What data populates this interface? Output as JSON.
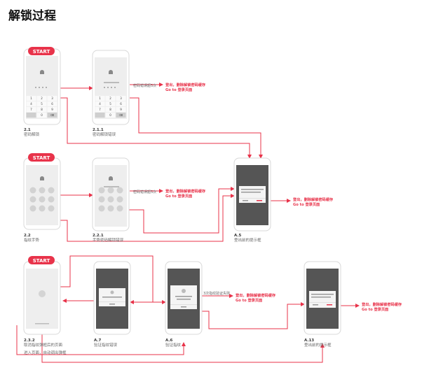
{
  "title": "解锁过程",
  "colors": {
    "accent": "#e8334a",
    "phone_border": "#d8d8d8",
    "screen_light": "#eeeeee",
    "screen_dark": "#555555",
    "key": "#f3f3f3"
  },
  "start_label": "START",
  "keypad": [
    "1",
    "2",
    "3",
    "4",
    "5",
    "6",
    "7",
    "8",
    "9",
    "",
    "0",
    "⌫"
  ],
  "screens": {
    "s21": {
      "code": "2.1",
      "caption": "密码解锁"
    },
    "s211": {
      "code": "2.1.1",
      "caption": "密码解锁错误"
    },
    "s22": {
      "code": "2.2",
      "caption": "指纹手势"
    },
    "s221": {
      "code": "2.2.1",
      "caption": "手势密码解锁错误"
    },
    "s232": {
      "code": "2.3.2",
      "caption": "取消指纹弹框后的页面"
    },
    "a5": {
      "code": "A.5",
      "caption": "登出前的提示框"
    },
    "a6": {
      "code": "A.6",
      "caption": "验证指纹"
    },
    "a7": {
      "code": "A.7",
      "caption": "验证指纹错误"
    },
    "a13": {
      "code": "A.13",
      "caption": "登出前的提示框"
    }
  },
  "annotations": {
    "wrong_code_1": "密码错误超5次",
    "wrong_code_2": "密码错误超5次",
    "fingerprint_fail": "3次指纹验证失败",
    "logout_line1": "登出，删除解锁密码缓存",
    "logout_line2": "Go to 登录页面",
    "bottom_note": "进入页面，自动调出弹框"
  }
}
